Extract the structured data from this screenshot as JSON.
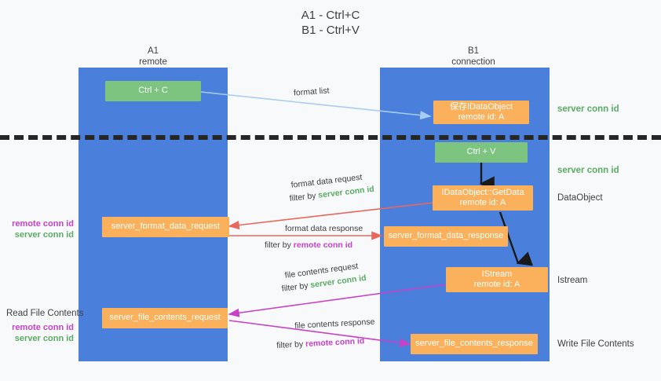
{
  "title": {
    "line1": "A1 - Ctrl+C",
    "line2": "B1 - Ctrl+V"
  },
  "columns": {
    "left": {
      "name": "A1",
      "role": "remote"
    },
    "right": {
      "name": "B1",
      "role": "connection"
    }
  },
  "nodes": {
    "ctrl_c": {
      "label": "Ctrl + C"
    },
    "ctrl_v": {
      "label": "Ctrl + V"
    },
    "save_dataobject": {
      "line1": "保存IDataObject",
      "line2": "remote id: A"
    },
    "getdata": {
      "line1": "IDataObject::GetData",
      "line2": "remote id: A"
    },
    "istream": {
      "line1": "IStream",
      "line2": "remote id: A"
    },
    "format_data_request": {
      "label": "server_format_data_request"
    },
    "format_data_response": {
      "label": "server_format_data_response"
    },
    "file_contents_request": {
      "label": "server_file_contents_request"
    },
    "file_contents_response": {
      "label": "server_file_contents_response"
    }
  },
  "right_labels": {
    "server_conn_id_top": "server conn id",
    "server_conn_id_mid": "server conn id",
    "dataobject": "DataObject",
    "istream": "Istream",
    "write_file_contents": "Write File Contents"
  },
  "left_labels": {
    "read_file_contents": "Read File Contents",
    "conn_remote": "remote conn id",
    "conn_server": "server conn id"
  },
  "edges": {
    "format_list": "format list",
    "format_data_request": {
      "line1": "format data request",
      "prefix": "filter by ",
      "key": "server conn id"
    },
    "format_data_response": {
      "line1": "format data response",
      "prefix": "filter by ",
      "key": "remote conn id"
    },
    "file_contents_request": {
      "line1": "file contents request",
      "prefix": "filter by ",
      "key": "server conn id"
    },
    "file_contents_response": {
      "line1": "file contents response",
      "prefix": "filter by ",
      "key": "remote conn id"
    }
  },
  "colors": {
    "panel_blue": "#4a7fdb",
    "node_green": "#7cc47f",
    "node_orange": "#fbb15c",
    "arrow_light_blue": "#a9cdf0",
    "arrow_red": "#e8685e",
    "arrow_magenta": "#c742c7",
    "arrow_black": "#1a1a1a",
    "text_green": "#5aab63",
    "text_magenta": "#c742c7",
    "background": "#f8f9fa"
  }
}
